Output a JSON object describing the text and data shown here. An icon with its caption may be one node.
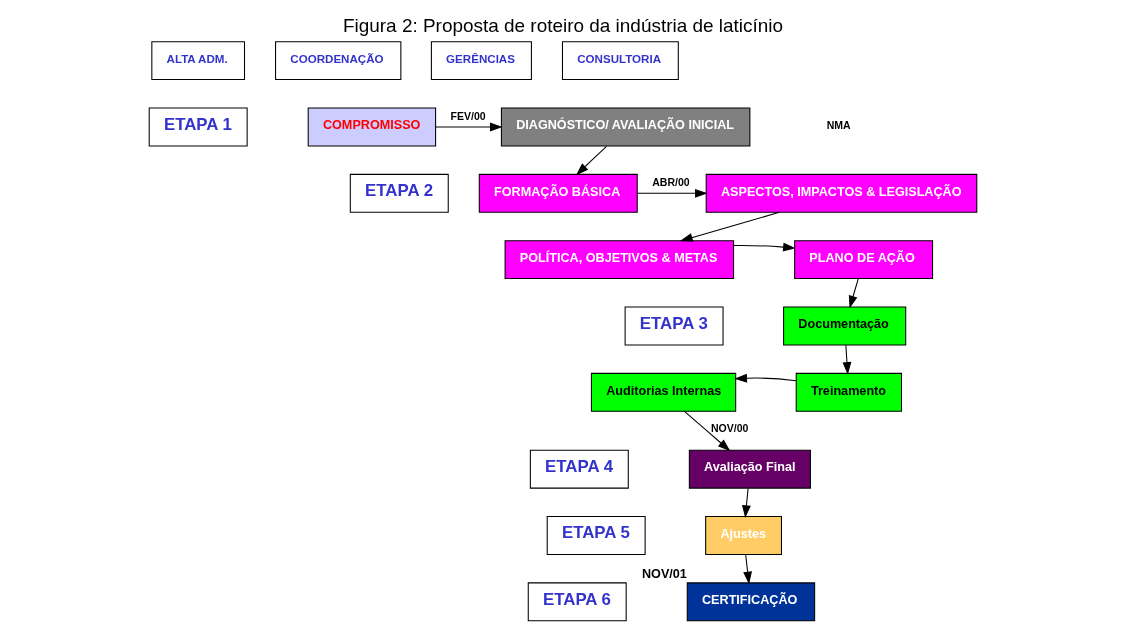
{
  "diagram": {
    "title": "Figura 2: Proposta de roteiro da indústria de laticínio",
    "nodes": [
      {
        "text": [
          "ALTA ADM."
        ]
      },
      {
        "text": [
          "COORDENAÇÃO"
        ]
      },
      {
        "text": [
          "GERÊNCIAS"
        ]
      },
      {
        "text": [
          "CONSULTORIA"
        ]
      },
      {
        "text": [
          "ETAPA 1"
        ]
      },
      {
        "text": [
          "COMPROMISSO"
        ]
      },
      {
        "text": [
          "DIAGNÓSTICO/ AVALIAÇÃO INICIAL"
        ]
      },
      {
        "text": [
          "ETAPA 2"
        ]
      },
      {
        "text": [
          "ASPECTOS, IMPACTOS & LEGISLAÇÃO"
        ]
      },
      {
        "text": [
          "FORMAÇÃO BÁSICA"
        ]
      },
      {
        "text": [
          "POLÍTICA, OBJETIVOS & METAS"
        ]
      },
      {
        "text": [
          "PLANO DE AÇÃO"
        ]
      },
      {
        "text": [
          "ETAPA 3"
        ]
      },
      {
        "text": [
          "Documentação"
        ]
      },
      {
        "text": [
          "Auditorias Internas"
        ]
      },
      {
        "text": [
          "Treinamento"
        ]
      },
      {
        "text": [
          "ETAPA 4"
        ]
      },
      {
        "text": [
          "Avaliação Final"
        ]
      },
      {
        "text": [
          "ETAPA 5"
        ]
      },
      {
        "text": [
          "Ajustes"
        ]
      },
      {
        "text": [
          "ETAPA 6"
        ]
      },
      {
        "text": [
          "CERTIFICAÇÃO"
        ],
        "beside": [
          "NOV/01"
        ]
      }
    ],
    "edges": [
      {
        "from": 5,
        "to": 6,
        "arrow": "to",
        "label": "FEV/00"
      },
      {
        "from": 6,
        "to": 9,
        "arrow": "to"
      },
      {
        "from": 9,
        "to": 8,
        "arrow": "to",
        "label": "ABR/00"
      },
      {
        "from": 8,
        "to": 10,
        "arrow": "to"
      },
      {
        "from": 10,
        "to": 11,
        "arrow": "to"
      },
      {
        "from": 11,
        "to": 13,
        "arrow": "to"
      },
      {
        "from": 13,
        "to": 15,
        "arrow": "to"
      },
      {
        "from": 15,
        "to": 14,
        "arrow": "to"
      },
      {
        "from": 14,
        "to": 17,
        "arrow": "to",
        "label": "NOV/00"
      },
      {
        "from": 17,
        "to": 19,
        "arrow": "to"
      },
      {
        "from": 19,
        "to": 21,
        "arrow": "to"
      }
    ],
    "labels": [
      "NMA"
    ]
  }
}
